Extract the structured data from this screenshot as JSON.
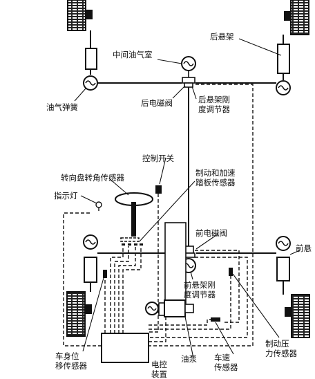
{
  "labels": {
    "rear_suspension": "后悬架",
    "middle_air_chamber": "中间油气室",
    "gas_oil_spring": "油气弹簧",
    "rear_solenoid_valve": "后电磁阀",
    "rear_stiffness_regulator": "后悬架刚\n度调节器",
    "control_switch": "控制开关",
    "steering_angle_sensor": "转向盘转角传感器",
    "brake_accel_pedal_sensor": "制动和加速\n踏板传感器",
    "indicator_light": "指示灯",
    "front_solenoid_valve": "前电磁阀",
    "front_suspension": "前悬",
    "front_stiffness_regulator": "前悬架刚\n度调节器",
    "body_displacement_sensor": "车身位\n移传感器",
    "oil_pump": "油泵",
    "speed_sensor": "车速\n传感器",
    "ecu": "电控\n装置",
    "brake_pressure_sensor": "制动压\n力传感器"
  }
}
